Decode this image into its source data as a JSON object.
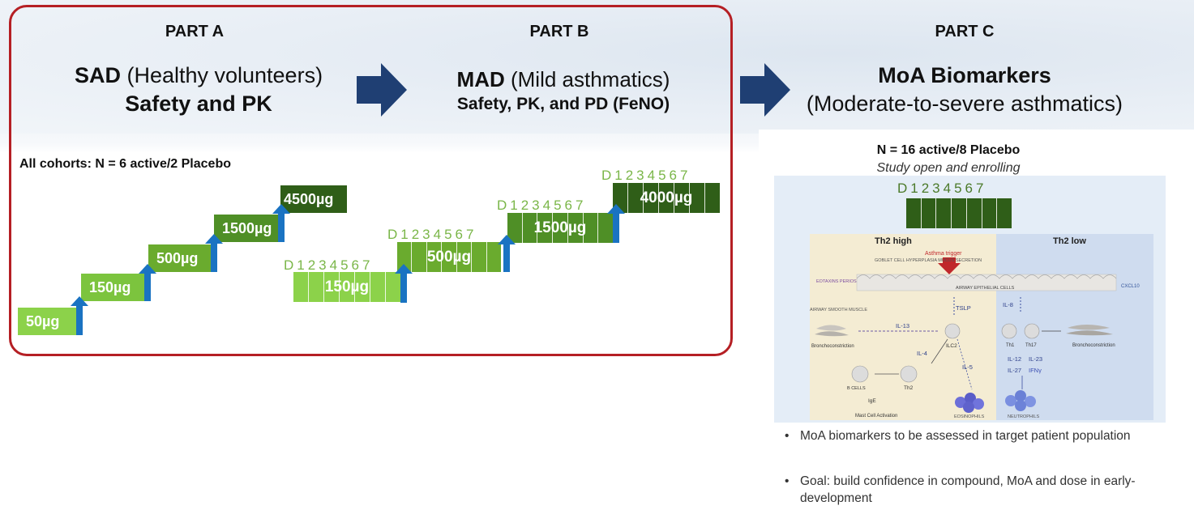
{
  "part_a": {
    "label": "PART A",
    "title_bold": "SAD",
    "title_rest": " (Healthy volunteers)",
    "subtitle": "Safety and PK"
  },
  "part_b": {
    "label": "PART B",
    "title_bold": "MAD",
    "title_rest": " (Mild asthmatics)",
    "subtitle": "Safety, PK, and PD (FeNO)"
  },
  "part_c": {
    "label": "PART C",
    "title": "MoA Biomarkers",
    "subtitle": "(Moderate-to-severe asthmatics)",
    "n_line": "N = 16 active/8 Placebo",
    "status": "Study open and enrolling",
    "days": "D1234567",
    "bullets": [
      "MoA biomarkers to be assessed in target patient population",
      "Goal: build confidence in compound, MoA and dose in early-development"
    ]
  },
  "cohorts_note": "All cohorts: N = 6 active/2 Placebo",
  "sad_doses": [
    "50µg",
    "150µg",
    "500µg",
    "1500µg",
    "4500µg"
  ],
  "mad": {
    "days": "D1234567",
    "doses": [
      "150µg",
      "500µg",
      "1500µg",
      "4000µg"
    ]
  },
  "figure": {
    "th2_high": "Th2 high",
    "th2_low": "Th2 low",
    "asthma_trigger": "Asthma trigger",
    "goblet": "GOBLET CELL HYPERPLASIA MUCUS SECRETION",
    "eotaxins": "EOTAXINS PERIOSTIN",
    "epithelial": "AIRWAY EPITHELIAL CELLS",
    "cxcl10": "CXCL10",
    "tslp": "TSLP",
    "il8": "IL-8",
    "smooth_muscle": "AIRWAY SMOOTH MUSCLE",
    "il13": "IL-13",
    "ilc2": "ILC2",
    "th1": "Th1",
    "th17": "Th17",
    "broncho_left": "Bronchoconstriction",
    "broncho_right": "Bronchoconstriction",
    "il4": "IL-4",
    "il5": "IL-5",
    "il12": "IL-12",
    "il27": "IL-27",
    "il23": "IL-23",
    "ifng": "IFNγ",
    "bcells": "B CELLS",
    "th2": "Th2",
    "ige": "IgE",
    "mast": "Mast Cell Activation",
    "eosinophils": "EOSINOPHILS",
    "neutrophils": "NEUTROPHILS"
  },
  "colors": {
    "frame_red": "#b51f24",
    "arrow_navy": "#1f3f73",
    "step_blue": "#1a73c2",
    "green_light": "#8cd24a",
    "green_mid": "#6aab2e",
    "green_dark": "#3f7a21",
    "green_darkest": "#2f5e18"
  }
}
